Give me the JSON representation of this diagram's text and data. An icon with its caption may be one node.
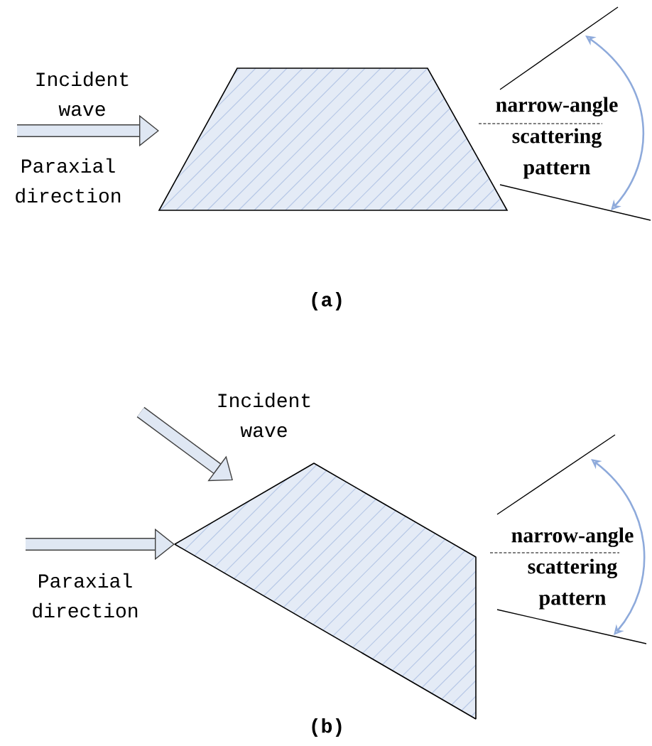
{
  "diagram": {
    "nodes": [
      {
        "text": [],
        "shape": "trapezoid"
      },
      {
        "text": [],
        "shape": "quadrilateral"
      }
    ],
    "edges": [
      {
        "from": null,
        "to": 0,
        "arrow": "to"
      },
      {
        "from": null,
        "to": 1,
        "arrow": "to"
      },
      {
        "from": null,
        "to": 1,
        "arrow": "to"
      }
    ],
    "labels": [
      "Incident wave",
      "Paraxial direction",
      "narrow-angle scattering pattern",
      "(a)",
      "Incident wave",
      "Paraxial direction",
      "narrow-angle scattering pattern",
      "(b)"
    ]
  }
}
